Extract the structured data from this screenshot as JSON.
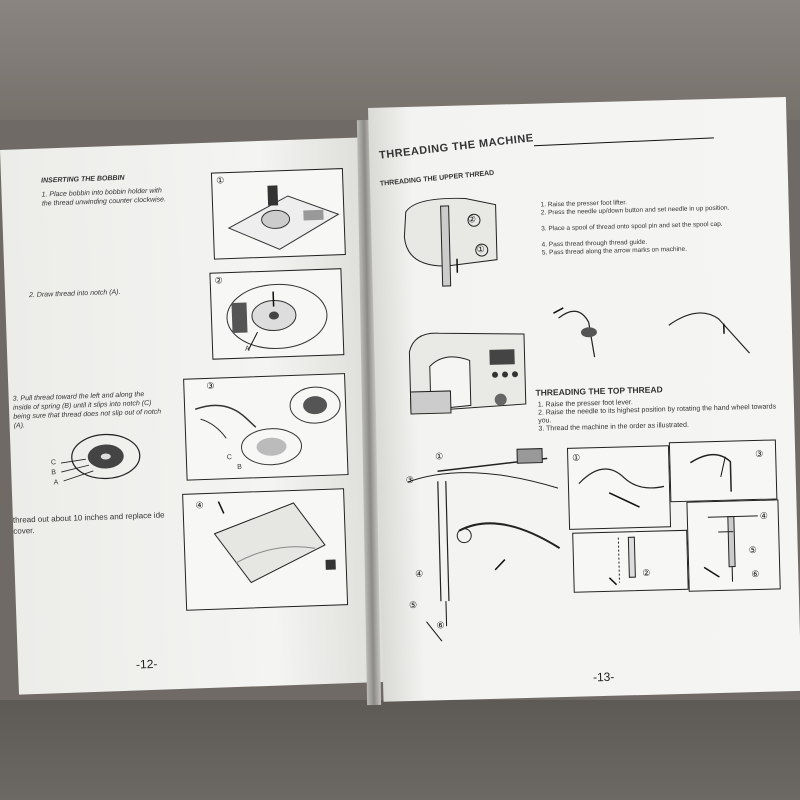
{
  "left_page": {
    "section_title": "INSERTING THE BOBBIN",
    "step1": "1. Place bobbin into bobbin holder with the thread unwinding counter clockwise.",
    "step2": "2. Draw thread into notch (A).",
    "step3": "3. Pull thread toward the left and along the inside of spring (B) until it slips into notch (C) being sure that thread does not slip out of notch (A).",
    "step4": "thread out about 10 inches and replace ide cover.",
    "fig1": "①",
    "fig2": "②",
    "fig3": "③",
    "fig4": "④",
    "label_a": "A",
    "label_b": "B",
    "label_c": "C",
    "page_number": "-12-"
  },
  "right_page": {
    "title": "THREADING THE MACHINE",
    "subtitle": "THREADING THE UPPER THREAD",
    "upper_steps": [
      "1. Raise the presser foot lifter.",
      "2. Press the needle up/down button and set needle in up position.",
      "3. Place a spool of thread onto spool pin and set the spool cap.",
      "4. Pass thread through thread guide.",
      "5. Pass thread along the arrow marks on machine."
    ],
    "top_thread_title": "THREADING THE TOP THREAD",
    "top_steps": [
      "1. Raise the presser foot lever.",
      "2. Raise the needle to its highest position by rotating the hand wheel towards you.",
      "3. Thread the machine in the order as illustrated."
    ],
    "n1": "①",
    "n2": "②",
    "n3": "③",
    "n4": "④",
    "n5": "⑤",
    "n6": "⑥",
    "page_number": "-13-"
  }
}
